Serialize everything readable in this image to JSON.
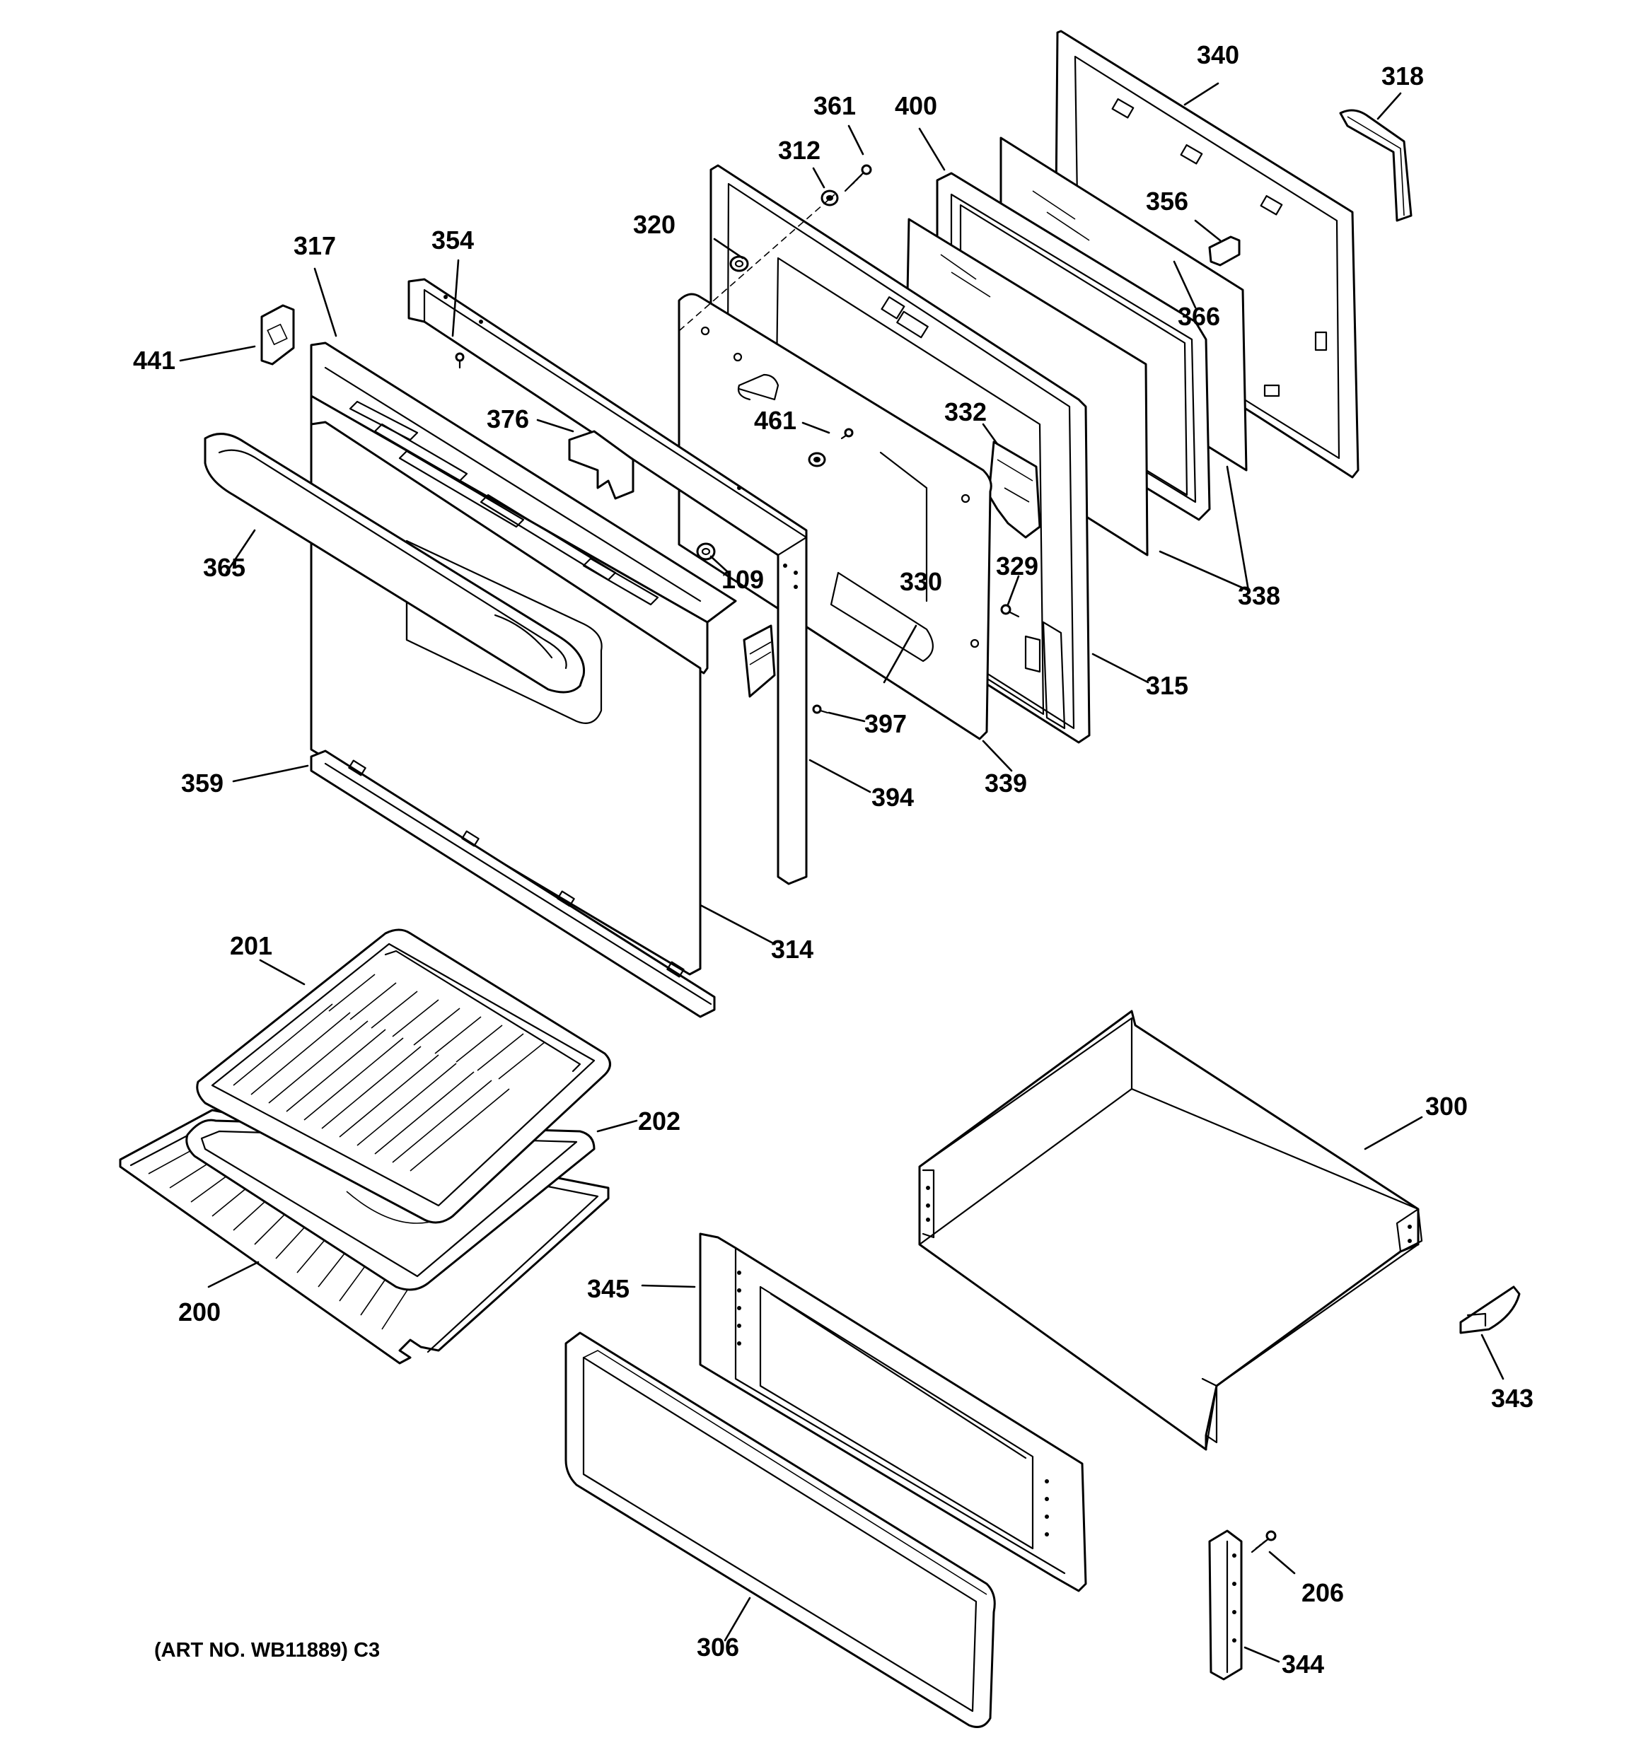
{
  "art_number": "(ART NO. WB11889) C3",
  "callouts": [
    "340",
    "318",
    "361",
    "400",
    "312",
    "356",
    "320",
    "366",
    "317",
    "354",
    "441",
    "376",
    "461",
    "332",
    "365",
    "109",
    "330",
    "329",
    "338",
    "315",
    "397",
    "339",
    "359",
    "394",
    "314",
    "201",
    "202",
    "300",
    "200",
    "345",
    "343",
    "206",
    "306",
    "344"
  ]
}
